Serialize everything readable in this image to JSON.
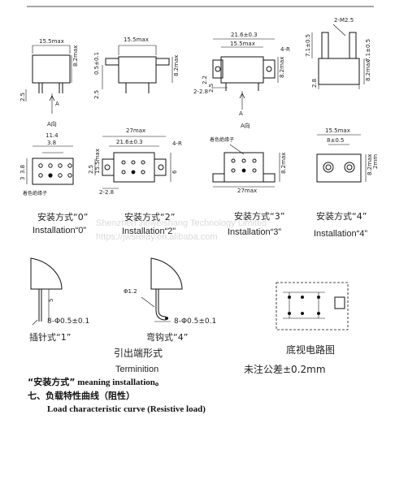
{
  "views": {
    "dim_15_5max": "15.5max",
    "dim_8_2max": "8.2max",
    "dim_2_5": "2.5",
    "arrow_a": "A",
    "dim_0_5": "0.5±0.1",
    "dim_21_6": "21.6±0.3",
    "dim_4_r": "4-R",
    "dim_2_2": "2.2",
    "dim_2_8": "2-2.8",
    "dim_2_m25": "2-M2.5",
    "dim_7_1": "7.1±0.5",
    "dim_2_8_single": "2.8",
    "a_view": "A向",
    "dim_11_4": "11.4",
    "dim_3_8": "3.8",
    "dim_27max": "27max",
    "dim_3": "3",
    "dim_6": "6",
    "colored_terminal": "着色绝缘子",
    "dim_8_0_5": "8±0.5",
    "dim_2_mm": "2mm"
  },
  "installation": {
    "m0_cn": "安装方式“0”",
    "m0_en": "Installation“0”",
    "m2_cn": "安装方式“2”",
    "m2_en": "Installation“2”",
    "m3_cn": "安装方式“3”",
    "m3_en": "Installation“3”",
    "m4_cn": "安装方式“4”",
    "m4_en": "Installation“4”"
  },
  "watermark": {
    "line1": "Shenzhen Jinweishang Technology Limited",
    "line2": "https://jwsrelay.en.alibaba.com"
  },
  "terminals": {
    "phi": "Φ1.2",
    "dim_5": "5",
    "pin_spec": "8-Φ0.5±0.1",
    "pin_label": "插针式“1”",
    "hook_label": "弯钩式“4”",
    "title_cn": "引出端形式",
    "title_en": "Terminition"
  },
  "circuit": {
    "title": "底视电路图",
    "tolerance": "未注公差±0.2mm"
  },
  "notes": {
    "meaning_cn": "“安装方式”",
    "meaning_en": " meaning installation。",
    "section_cn": "七、负载特性曲线（阻性）",
    "section_en": "Load characteristic curve (Resistive load)"
  }
}
